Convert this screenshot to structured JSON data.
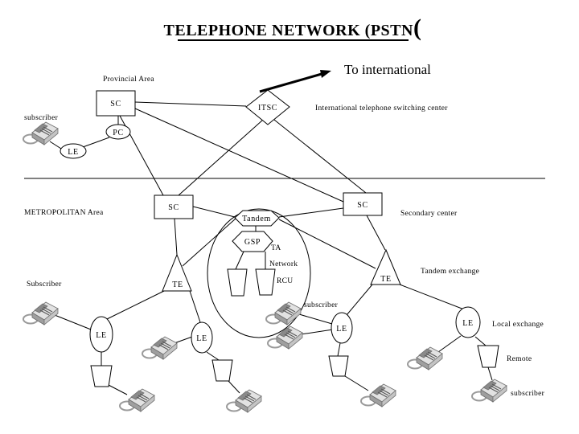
{
  "title": {
    "main": "TELEPHONE NETWORK (PSTN",
    "paren": "("
  },
  "annotations": {
    "to_international": "To international",
    "provincial_area": "Provincial Area",
    "itsc_caption": "International telephone switching center",
    "subscriber_provincial": "subscriber",
    "metropolitan_area": "METROPOLITAN Area",
    "secondary_center": "Secondary center",
    "ta": "TA",
    "network": "Network",
    "tandem_exchange": "Tandem exchange",
    "subscriber_metro": "Subscriber",
    "rcu": "RCU",
    "subscriber_inner": "subscriber",
    "local_exchange": "Local exchange",
    "remote": "Remote",
    "subscriber_bottom": "subscriber"
  },
  "nodes": {
    "sc_provincial": "SC",
    "itsc": "ITSC",
    "pc": "PC",
    "le_provincial": "LE",
    "sc_metro_left": "SC",
    "sc_metro_right": "SC",
    "tandem": "Tandem",
    "gsp": "GSP",
    "te_left": "TE",
    "te_right": "TE",
    "le_1": "LE",
    "le_2": "LE",
    "le_3": "LE",
    "le_4": "LE"
  },
  "colors": {
    "background": "#ffffff",
    "line": "#000000",
    "phone_gray": "#c4c4c4"
  }
}
